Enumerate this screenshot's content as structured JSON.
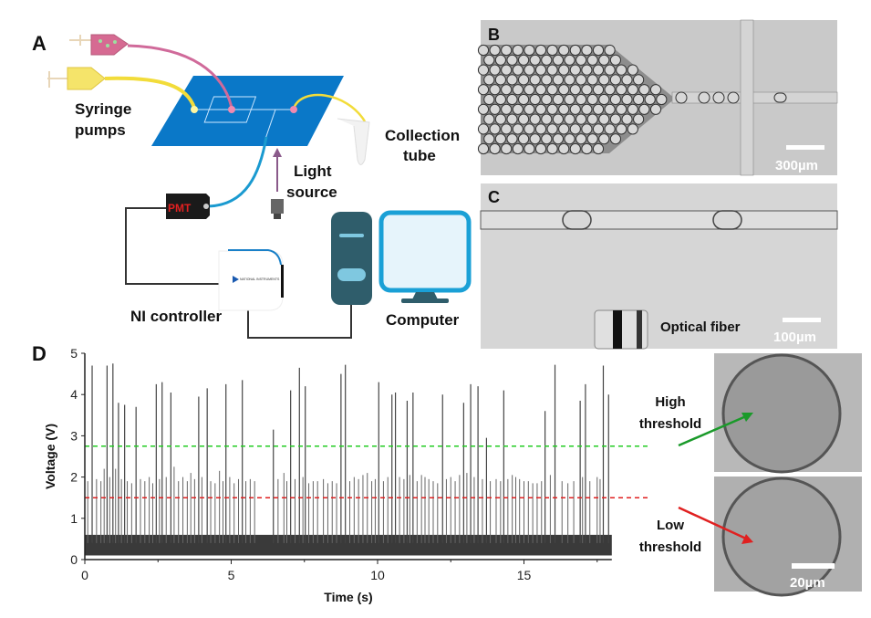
{
  "panels": {
    "A": {
      "letter": "A",
      "labels": {
        "syringe": [
          "Syringe",
          "pumps"
        ],
        "collection": [
          "Collection",
          "tube"
        ],
        "light": [
          "Light",
          "source"
        ],
        "pmt": "PMT",
        "ni": "NI controller",
        "computer": "Computer",
        "ni_logo": "NATIONAL INSTRUMENTS"
      },
      "colors": {
        "chip": "#0a78c8",
        "pink_tube": "#d06a9a",
        "yellow_tube": "#f2dc3a",
        "fiber": "#1a9ad0",
        "computer": "#2f5d6b",
        "monitor": "#1aa0d6"
      }
    },
    "B": {
      "letter": "B",
      "scale_bar": "300µm"
    },
    "C": {
      "letter": "C",
      "fiber_label": "Optical fiber",
      "scale_bar": "100µm"
    },
    "D": {
      "letter": "D",
      "high_label": [
        "High",
        "threshold"
      ],
      "low_label": [
        "Low",
        "threshold"
      ],
      "scale_bar": "20µm"
    }
  },
  "chart_data": {
    "type": "line",
    "xlabel": "Time (s)",
    "ylabel": "Voltage (V)",
    "xlim": [
      0,
      18
    ],
    "ylim": [
      0,
      5
    ],
    "xticks": [
      "0",
      "5",
      "10",
      "15"
    ],
    "yticks": [
      "0",
      "1",
      "2",
      "3",
      "4",
      "5"
    ],
    "baseline_range": [
      0.1,
      0.6
    ],
    "thresholds": [
      {
        "name": "High threshold",
        "value": 2.75,
        "color": "#22cc22"
      },
      {
        "name": "Low threshold",
        "value": 1.5,
        "color": "#e02020"
      }
    ],
    "high_peaks": [
      [
        0.25,
        4.7
      ],
      [
        0.76,
        4.7
      ],
      [
        0.96,
        4.75
      ],
      [
        1.15,
        3.8
      ],
      [
        1.36,
        3.75
      ],
      [
        1.75,
        3.7
      ],
      [
        2.44,
        4.25
      ],
      [
        2.64,
        4.3
      ],
      [
        2.94,
        4.05
      ],
      [
        3.89,
        3.95
      ],
      [
        4.18,
        4.15
      ],
      [
        4.82,
        4.25
      ],
      [
        5.38,
        4.35
      ],
      [
        6.44,
        3.15
      ],
      [
        7.03,
        4.1
      ],
      [
        7.33,
        4.65
      ],
      [
        7.53,
        4.2
      ],
      [
        8.75,
        4.5
      ],
      [
        8.9,
        4.72
      ],
      [
        10.04,
        4.3
      ],
      [
        10.49,
        4.0
      ],
      [
        10.61,
        4.05
      ],
      [
        11.01,
        3.85
      ],
      [
        11.21,
        4.05
      ],
      [
        12.22,
        4.0
      ],
      [
        12.94,
        3.8
      ],
      [
        13.18,
        4.25
      ],
      [
        13.43,
        4.2
      ],
      [
        13.72,
        2.95
      ],
      [
        14.31,
        4.1
      ],
      [
        15.72,
        3.6
      ],
      [
        16.06,
        4.72
      ],
      [
        16.92,
        3.85
      ],
      [
        17.1,
        4.25
      ],
      [
        17.71,
        4.7
      ],
      [
        17.89,
        4.0
      ]
    ],
    "low_peaks": [
      [
        0.1,
        1.9
      ],
      [
        0.4,
        1.95
      ],
      [
        0.55,
        1.9
      ],
      [
        0.66,
        2.2
      ],
      [
        0.85,
        2.0
      ],
      [
        1.05,
        2.2
      ],
      [
        1.25,
        1.95
      ],
      [
        1.45,
        1.9
      ],
      [
        1.6,
        1.85
      ],
      [
        1.9,
        1.95
      ],
      [
        2.05,
        1.9
      ],
      [
        2.2,
        2.0
      ],
      [
        2.32,
        1.85
      ],
      [
        2.55,
        1.95
      ],
      [
        2.78,
        2.0
      ],
      [
        3.05,
        2.25
      ],
      [
        3.2,
        1.9
      ],
      [
        3.35,
        2.0
      ],
      [
        3.5,
        1.9
      ],
      [
        3.62,
        2.1
      ],
      [
        3.75,
        1.95
      ],
      [
        4.0,
        2.0
      ],
      [
        4.3,
        1.9
      ],
      [
        4.45,
        1.85
      ],
      [
        4.6,
        2.15
      ],
      [
        4.72,
        1.9
      ],
      [
        4.95,
        2.0
      ],
      [
        5.1,
        1.85
      ],
      [
        5.25,
        1.95
      ],
      [
        5.5,
        1.9
      ],
      [
        5.65,
        1.95
      ],
      [
        5.8,
        1.9
      ],
      [
        6.6,
        1.95
      ],
      [
        6.8,
        2.1
      ],
      [
        6.9,
        1.9
      ],
      [
        7.18,
        1.95
      ],
      [
        7.45,
        2.0
      ],
      [
        7.65,
        1.85
      ],
      [
        7.8,
        1.9
      ],
      [
        7.95,
        1.9
      ],
      [
        8.15,
        1.95
      ],
      [
        8.3,
        1.85
      ],
      [
        8.45,
        1.9
      ],
      [
        8.6,
        1.85
      ],
      [
        9.05,
        1.9
      ],
      [
        9.2,
        2.0
      ],
      [
        9.35,
        1.95
      ],
      [
        9.5,
        2.05
      ],
      [
        9.65,
        2.1
      ],
      [
        9.8,
        1.9
      ],
      [
        9.92,
        1.95
      ],
      [
        10.2,
        1.9
      ],
      [
        10.35,
        2.0
      ],
      [
        10.75,
        2.0
      ],
      [
        10.9,
        1.95
      ],
      [
        11.1,
        2.05
      ],
      [
        11.35,
        1.9
      ],
      [
        11.5,
        2.05
      ],
      [
        11.62,
        2.0
      ],
      [
        11.75,
        1.95
      ],
      [
        11.9,
        1.9
      ],
      [
        12.05,
        1.85
      ],
      [
        12.35,
        1.95
      ],
      [
        12.5,
        2.0
      ],
      [
        12.65,
        1.9
      ],
      [
        12.8,
        2.05
      ],
      [
        13.05,
        2.1
      ],
      [
        13.3,
        2.0
      ],
      [
        13.58,
        1.95
      ],
      [
        13.85,
        1.9
      ],
      [
        14.05,
        1.95
      ],
      [
        14.2,
        1.9
      ],
      [
        14.45,
        1.95
      ],
      [
        14.6,
        2.05
      ],
      [
        14.72,
        2.0
      ],
      [
        14.85,
        1.95
      ],
      [
        15.0,
        1.9
      ],
      [
        15.15,
        1.9
      ],
      [
        15.3,
        1.85
      ],
      [
        15.45,
        1.85
      ],
      [
        15.6,
        1.9
      ],
      [
        15.9,
        2.05
      ],
      [
        16.3,
        1.9
      ],
      [
        16.5,
        1.85
      ],
      [
        16.7,
        1.9
      ],
      [
        17.0,
        2.0
      ],
      [
        17.25,
        1.9
      ],
      [
        17.5,
        2.0
      ],
      [
        17.6,
        1.95
      ]
    ]
  }
}
